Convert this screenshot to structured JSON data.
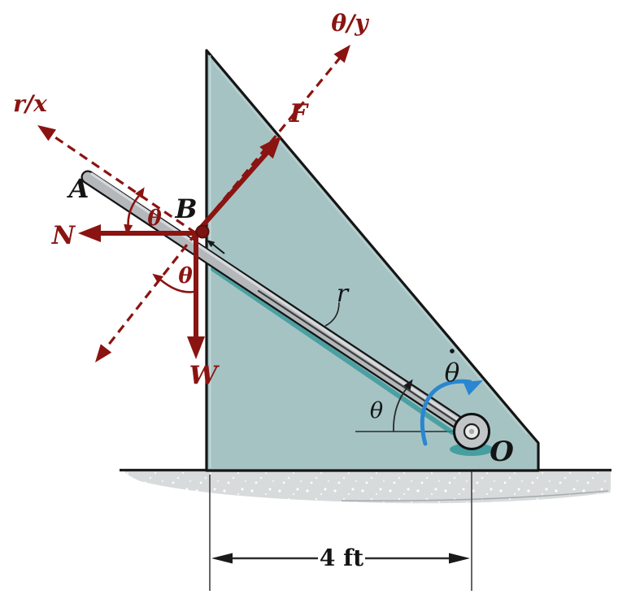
{
  "diagram": {
    "description": "Free-body / kinematics diagram: slotted arm pivoted at O rotating against a vertical wall slot, pin B on wedge corner",
    "colors": {
      "accent_red": "#8a1411",
      "wedge_fill": "#a6c3c4",
      "rod_fill": "#b5b8bb",
      "rod_highlight": "#d9dcdf",
      "ground_fill": "#d8dbdc",
      "rotation_arrow_blue": "#2a86d0",
      "teal_shadow": "#2f9596",
      "outline_black": "#151515"
    },
    "labels": {
      "axis_theta_y": "θ/y",
      "axis_r_x": "r/x",
      "point_a": "A",
      "point_b": "B",
      "force_n": "N",
      "force_w": "W",
      "force_f": "F",
      "angle_theta_upper": "θ",
      "angle_theta_lower": "θ",
      "radial_coordinate": "r",
      "theta_dot": "θ̇",
      "theta_dot_base": "θ",
      "angle_theta_at_o": "θ",
      "pivot_o": "O",
      "dimension_width": "4 ft"
    }
  }
}
